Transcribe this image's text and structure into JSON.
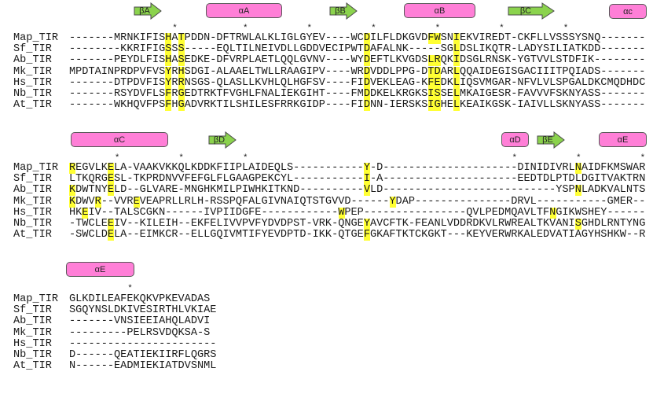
{
  "colors": {
    "helix_fill": "#ff7fd7",
    "strand_fill": "#8bd34d",
    "highlight": "#ffff33",
    "outline": "#5a5a5a"
  },
  "blocks": [
    {
      "star_columns": [
        17,
        28,
        38,
        48,
        58,
        68,
        78
      ],
      "star_glyph": "*",
      "secondary_structure": [
        {
          "type": "strand",
          "label": "βA"
        },
        {
          "type": "helix",
          "label": "αA"
        },
        {
          "type": "strand",
          "label": "βB"
        },
        {
          "type": "helix",
          "label": "αB"
        },
        {
          "type": "strand",
          "label": "βC"
        },
        {
          "type": "helix",
          "label": "αc"
        }
      ],
      "rows": [
        {
          "name": "Map_TIR",
          "seq": "-------MRNKIFISHATPDDN-DFTRWLALKLIGLGYEV----WCDILFLDKGVDFWSNIEKVIREDT-CKFLLVSSSYSNQ-------",
          "highlight": [
            16,
            18,
            47,
            57,
            58,
            61
          ]
        },
        {
          "name": "Sf_TIR",
          "seq": "--------KKRIFIGSSS-----EQLTILNEIVDLLGDDVECIPWTDAFALNK-----SGLDSLIKQTR-LADYSILIATKDD-------",
          "highlight": [
            16,
            18,
            47,
            61
          ]
        },
        {
          "name": "Ab_TIR",
          "seq": "-------PEYDLFISHASEDKE-DFVRPLAETLQQLGVNV----WYDEFTLKVGDSLRQKIDSGLRNSK-YGTVVLSTDFIK--------",
          "highlight": [
            16,
            18,
            47,
            57,
            58,
            61
          ]
        },
        {
          "name": "Mk_TIR",
          "seq": "MPDTAINPRDPVFVSYRHSDGI-ALAAELTWLLRAAGIPV----WRDVDDLPPG-DTDARLQQAIDEGISGACIIITPQIADS-------",
          "highlight": [
            16,
            18,
            47,
            57,
            58,
            61
          ]
        },
        {
          "name": "Hs_TIR",
          "seq": "-------DTPDVFISYRRNSGS-QLASLLKVHLQLHGFSV----FIDVEKLEAG-KFEDKLIQSVMGAR-NFVLVLSPGALDKCMQDHDC",
          "highlight": [
            16,
            18,
            47,
            57,
            58,
            61
          ]
        },
        {
          "name": "Nb_TIR",
          "seq": "-------RSYDVFLSFRGEDTRKTFVGHLFNALIEKGIHT----FMDDKELKRGKSISSELMKAIGESR-FAVVVFSKNYASS-------",
          "highlight": [
            16,
            18,
            47,
            57,
            58,
            61
          ]
        },
        {
          "name": "At_TIR",
          "seq": "-------WKHQVFPSFHGADVRKTILSHILESFRRKGIDP----FIDNN-IERSKSIGHELKEAIKGSK-IAIVLLSKNYASS-------",
          "highlight": [
            16,
            18,
            47,
            57,
            58,
            61
          ]
        }
      ]
    },
    {
      "star_columns": [
        8,
        18,
        28,
        70,
        80,
        90
      ],
      "star_glyph": "*",
      "secondary_structure": [
        {
          "type": "helix",
          "label": "αC"
        },
        {
          "type": "strand",
          "label": "βD"
        },
        {
          "type": "helix",
          "label": "αD"
        },
        {
          "type": "strand",
          "label": "βE"
        },
        {
          "type": "helix",
          "label": "αE"
        }
      ],
      "rows": [
        {
          "name": "Map_TIR",
          "seq": "REGVLKELA-VAAKVKKQLKDDKFIIPLAIDEQLS-----------Y-D---------------------DINIDIVRLNAIDFKMSWAR",
          "highlight": [
            1,
            7,
            47,
            80
          ]
        },
        {
          "name": "Sf_TIR",
          "seq": "LTKQRGESL-TKPRDNVVFEFGLFLGAAGPEKCYL-----------I-A---------------------EEDTDLPTDLDGITVAKTRN",
          "highlight": [
            7,
            47
          ]
        },
        {
          "name": "Ab_TIR",
          "seq": "KDWTNYELD--GLVARE-MNGHKMILPIWHKITKND----------VLD---------------------------YSPNLADKVALNTS",
          "highlight": [
            1,
            7,
            47,
            80
          ]
        },
        {
          "name": "Mk_TIR",
          "seq": "KDWVR--VVREVEAPRLLRLH-RSSPQFALGIVNAIQTSTGVVD------YDAP---------------DRVL-----------GMER--",
          "highlight": [
            1,
            5,
            11,
            51
          ]
        },
        {
          "name": "Hs_TIR",
          "seq": "HKEIV--TALSCGKN------IVPIIDGFE------------WPEP----------------QVLPEDMQAVLTFNGIKWSHEY------",
          "highlight": [
            3,
            43,
            76
          ]
        },
        {
          "name": "Nb_TIR",
          "seq": "-TWCLEEIV--KILEIH--EKFELIVVPVFYDVDPST-VRK-QNGEYAVCFTK-FEANLVDDRDKVLRWREALTKVANISGHDLRNTYNG",
          "highlight": [
            7,
            47,
            80
          ]
        },
        {
          "name": "At_TIR",
          "seq": "-SWCLDELA--EIMKCR--ELLGQIVMTIFYEVDPTD-IKK-QTGEFGKAFTKTCKGKT---KEYVERWRKALEDVATIAGYHSHKW--R",
          "highlight": [
            7,
            47
          ]
        }
      ]
    },
    {
      "star_columns": [
        10
      ],
      "star_glyph": "*",
      "secondary_structure": [
        {
          "type": "helix",
          "label": "αE"
        }
      ],
      "rows": [
        {
          "name": "Map_TIR",
          "seq": "GLKDILEAFEKQKVPKEVADAS",
          "highlight": []
        },
        {
          "name": "Sf_TIR",
          "seq": "SGQYNSLDKIVESIRTHLVKIAE",
          "highlight": []
        },
        {
          "name": "Ab_TIR",
          "seq": "-------VNSIEEIAHQLADVI",
          "highlight": []
        },
        {
          "name": "Mk_TIR",
          "seq": "---------PELRSVDQKSA-S",
          "highlight": []
        },
        {
          "name": "Hs_TIR",
          "seq": "-----------------------",
          "highlight": []
        },
        {
          "name": "Nb_TIR",
          "seq": "D------QEATIEKIIRFLQGRS",
          "highlight": []
        },
        {
          "name": "At_TIR",
          "seq": "N------EADMIEKIATDVSNML",
          "highlight": []
        }
      ]
    }
  ]
}
